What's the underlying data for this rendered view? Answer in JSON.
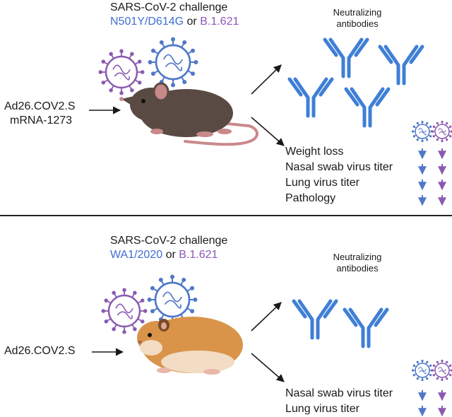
{
  "colors": {
    "blue": "#3f6fd0",
    "purple": "#8e56b8",
    "antibody": "#3f7fd6",
    "virus_blue": "#4f78c8",
    "virus_purple": "#8a5ab0",
    "mouse": "#5a4a44",
    "hamster": "#d9944a"
  },
  "top_panel": {
    "challenge_title": "SARS-CoV-2 challenge",
    "variant_a": "N501Y/D614G",
    "or_word": "or",
    "variant_b": "B.1.621",
    "vaccine_line1": "Ad26.COV2.S",
    "vaccine_line2": "mRNA-1273",
    "neutralizing_line1": "Neutralizing",
    "neutralizing_line2": "antibodies",
    "outcomes": [
      "Weight loss",
      "Nasal swab virus titer",
      "Lung virus titer",
      "Pathology"
    ],
    "animal_icon": "mouse-icon"
  },
  "bottom_panel": {
    "challenge_title": "SARS-CoV-2 challenge",
    "variant_a": "WA1/2020",
    "or_word": "or",
    "variant_b": "B.1.621",
    "vaccine_line1": "Ad26.COV2.S",
    "neutralizing_line1": "Neutralizing",
    "neutralizing_line2": "antibodies",
    "outcomes": [
      "Nasal swab virus titer",
      "Lung virus titer"
    ],
    "animal_icon": "hamster-icon"
  }
}
